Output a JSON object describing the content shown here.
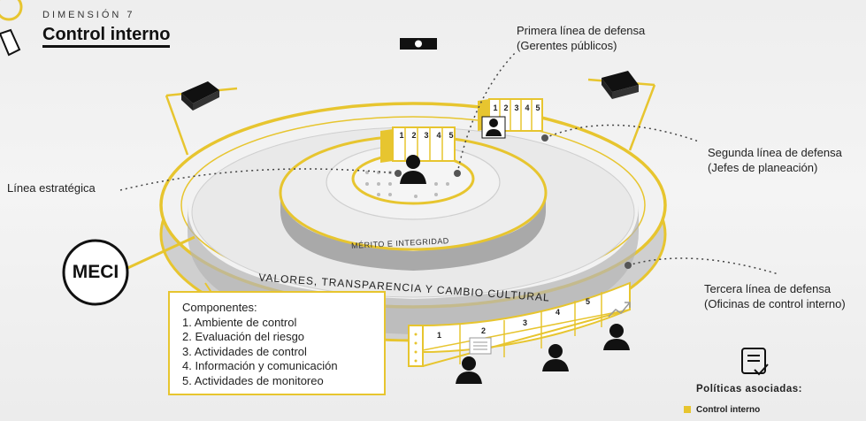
{
  "header": {
    "dimension_label": "DIMENSIÓN 7",
    "title": "Control interno"
  },
  "callouts": {
    "first_line_title": "Primera línea de defensa",
    "first_line_sub": "(Gerentes públicos)",
    "second_line_title": "Segunda línea de defensa",
    "second_line_sub": "(Jefes de planeación)",
    "strategic_line": "Línea estratégica",
    "third_line_title": "Tercera línea de defensa",
    "third_line_sub": "(Oficinas de control interno)"
  },
  "rings": {
    "inner_label": "MÉRITO E INTEGRIDAD",
    "outer_label": "VALORES, TRANSPARENCIA Y CAMBIO CULTURAL"
  },
  "meci_badge": "MECI",
  "components": {
    "heading": "Componentes:",
    "items": [
      "1. Ambiente de control",
      "2. Evaluación del riesgo",
      "3. Actividades de control",
      "4. Información y comunicación",
      "5. Actividades de monitoreo"
    ]
  },
  "panel_numbers": [
    "1",
    "2",
    "3",
    "4",
    "5"
  ],
  "policies": {
    "label": "Políticas asociadas:",
    "items": [
      "Control interno"
    ]
  },
  "colors": {
    "accent": "#e7c52f",
    "dark": "#111111",
    "ring_gray": "#bdbdbd"
  },
  "icons": [
    "camera-icon",
    "person-icon",
    "document-check-icon",
    "chart-arrow-icon"
  ]
}
